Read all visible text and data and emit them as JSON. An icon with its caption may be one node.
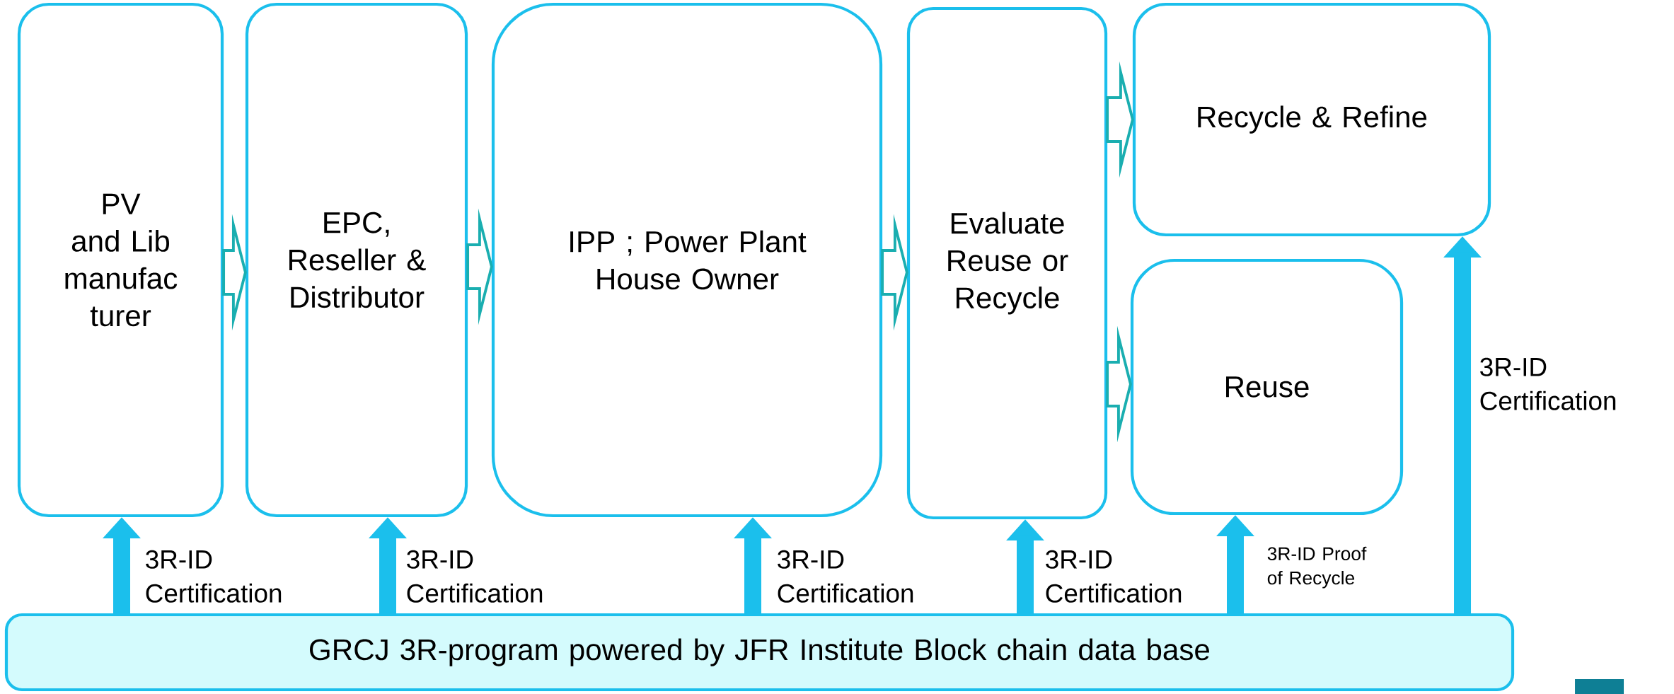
{
  "diagram": {
    "nodes": [
      {
        "text": [
          "PV and Lib manufac turer"
        ]
      },
      {
        "text": [
          "EPC, Reseller & Distributor"
        ]
      },
      {
        "text": [
          "IPP ; Power Plant House Owner"
        ]
      },
      {
        "text": [
          "Evaluate Reuse or Recycle"
        ]
      },
      {
        "text": [
          "Recycle & Refine"
        ]
      },
      {
        "text": [
          "Reuse"
        ]
      },
      {
        "text": [
          "GRCJ 3R-program powered by JFR Institute  Block chain data base"
        ]
      }
    ],
    "edges": [
      {
        "from": 0,
        "to": 1,
        "arrow": "to",
        "color": "#1aaeb0"
      },
      {
        "from": 1,
        "to": 2,
        "arrow": "to",
        "color": "#1aaeb0"
      },
      {
        "from": 2,
        "to": 3,
        "arrow": "to",
        "color": "#1aaeb0"
      },
      {
        "from": 3,
        "to": 4,
        "arrow": "to",
        "color": "#1aaeb0"
      },
      {
        "from": 3,
        "to": 5,
        "arrow": "to",
        "color": "#1aaeb0"
      },
      {
        "from": 6,
        "to": 0,
        "arrow": "to",
        "label": "3R-ID Certification"
      },
      {
        "from": 6,
        "to": 1,
        "arrow": "to",
        "label": "3R-ID Certification"
      },
      {
        "from": 6,
        "to": 2,
        "arrow": "to",
        "label": "3R-ID Certification"
      },
      {
        "from": 6,
        "to": 3,
        "arrow": "to",
        "label": "3R-ID Certification"
      },
      {
        "from": 6,
        "to": 5,
        "arrow": "to",
        "label": "3R-ID Proof of Recycle"
      },
      {
        "from": 6,
        "to": 4,
        "arrow": "to",
        "label": "3R-ID Certification"
      }
    ]
  }
}
